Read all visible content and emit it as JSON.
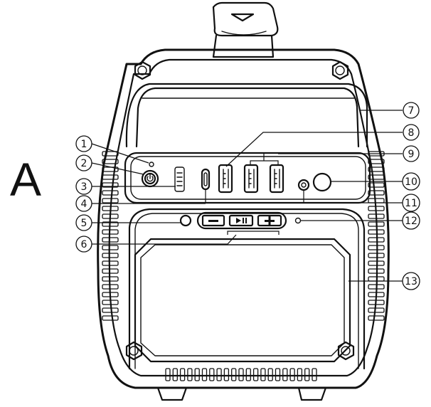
{
  "figure_label": "A",
  "callouts": [
    {
      "id": 1,
      "label": "1",
      "part": "power-indicator-led"
    },
    {
      "id": 2,
      "label": "2",
      "part": "power-button"
    },
    {
      "id": 3,
      "label": "3",
      "part": "battery-level-indicator"
    },
    {
      "id": 4,
      "label": "4",
      "part": "usb-c-port"
    },
    {
      "id": 5,
      "label": "5",
      "part": "mode-button"
    },
    {
      "id": 6,
      "label": "6",
      "part": "media-control-buttons"
    },
    {
      "id": 7,
      "label": "7",
      "part": "upper-storage-compartment"
    },
    {
      "id": 8,
      "label": "8",
      "part": "usb-a-port-left"
    },
    {
      "id": 9,
      "label": "9",
      "part": "usb-a-ports-right-pair"
    },
    {
      "id": 10,
      "label": "10",
      "part": "round-socket"
    },
    {
      "id": 11,
      "label": "11",
      "part": "dc-input-jack"
    },
    {
      "id": 12,
      "label": "12",
      "part": "status-led"
    },
    {
      "id": 13,
      "label": "13",
      "part": "speaker-grille"
    }
  ],
  "icons": {
    "power": "power-icon",
    "minus": "minus-icon",
    "play_pause": "play-pause-icon",
    "plus": "plus-icon"
  }
}
